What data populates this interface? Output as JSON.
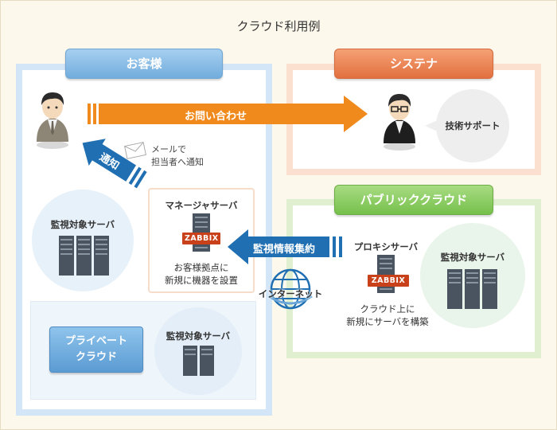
{
  "title": "クラウド利用例",
  "customer": {
    "header": "お客様",
    "monitored_server_label": "監視対象サーバ",
    "manager": {
      "label": "マネージャサーバ",
      "badge": "ZABBIX",
      "caption_line1": "お客様拠点に",
      "caption_line2": "新規に機器を設置"
    },
    "private_cloud": {
      "line1": "プライベート",
      "line2": "クラウド",
      "server_label": "監視対象サーバ"
    },
    "mail_note_line1": "メールで",
    "mail_note_line2": "担当者へ通知",
    "notify_arrow": "通知"
  },
  "systena": {
    "header": "システナ",
    "support_label": "技術サポート"
  },
  "public_cloud": {
    "header": "パブリッククラウド",
    "proxy_label": "プロキシサーバ",
    "badge": "ZABBIX",
    "caption_line1": "クラウド上に",
    "caption_line2": "新規にサーバを構築",
    "monitored_server_label": "監視対象サーバ"
  },
  "inquiry_arrow": "お問い合わせ",
  "monitoring_arrow": "監視情報集約",
  "internet_label": "インターネット",
  "colors": {
    "blue_header": "#72addd",
    "orange_header": "#e2703f",
    "green_header": "#76c04c",
    "arrow_orange": "#f08a1c",
    "arrow_blue": "#1f6fb2",
    "zabbix_red": "#c8411b"
  }
}
